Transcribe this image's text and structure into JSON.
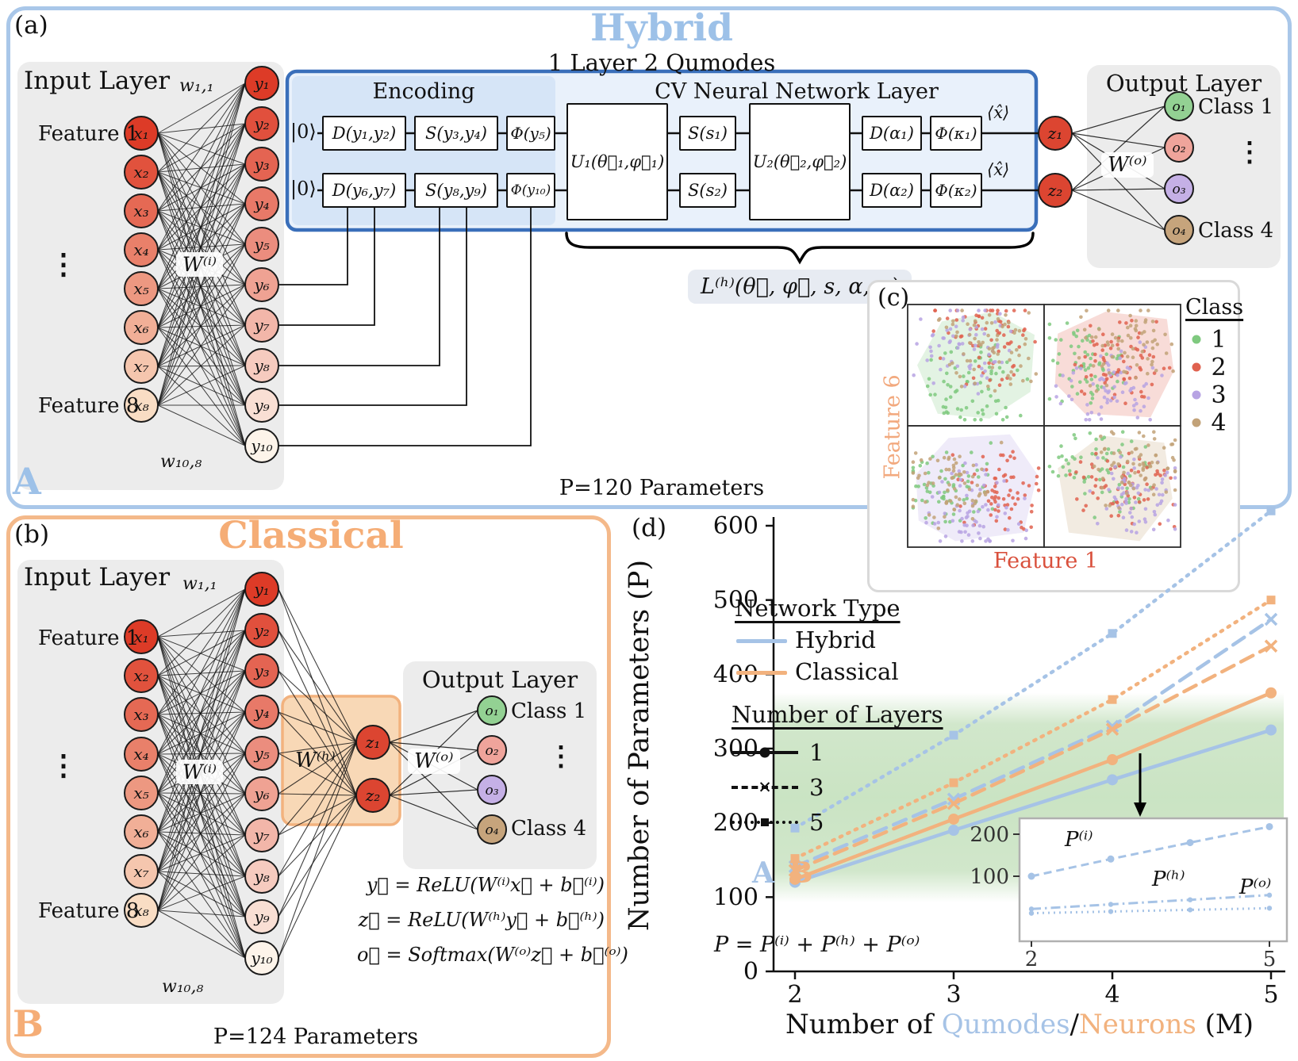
{
  "colors": {
    "hybrid_accent": "#9dc1e8",
    "classical_accent": "#f5ad76",
    "hybrid_line": "#a6c3e6",
    "classical_line": "#f2b27e",
    "circuit_border": "#3a6fba",
    "circuit_fill": "#e9f1fb",
    "encoding_fill": "#d6e5f7",
    "node_hot": "#dd3b27",
    "node_cold_x": "#f9ddc4",
    "node_cold_y": "#fdf4ea",
    "z_node": "#dc4531",
    "o_nodes": [
      "#93d193",
      "#efa49b",
      "#c5b0e6",
      "#c6a47c"
    ],
    "class_colors": [
      "#7fc97f",
      "#e0614f",
      "#b7a3e3",
      "#c2a278"
    ],
    "band_green": "#8cc37d",
    "feature1_label": "#d9503c",
    "feature6_label": "#f2a97e",
    "panel_box_gray": "#ececec",
    "wh_box_fill": "#f8d8b6"
  },
  "panel_a": {
    "tag": "(a)",
    "title": "Hybrid",
    "subtitle": "1 Layer 2 Qumodes",
    "corner": "A",
    "params": "P=120 Parameters",
    "input": {
      "title": "Input Layer",
      "w_first": "w₁,₁",
      "w_last": "w₁₀,₈",
      "weights": "W⁽ⁱ⁾",
      "feature_first": "Feature 1",
      "feature_last": "Feature 8",
      "dots": "⋮",
      "x_nodes": [
        "x₁",
        "x₂",
        "x₃",
        "x₄",
        "x₅",
        "x₆",
        "x₇",
        "x₈"
      ],
      "y_nodes": [
        "y₁",
        "y₂",
        "y₃",
        "y₄",
        "y₅",
        "y₆",
        "y₇",
        "y₈",
        "y₉",
        "y₁₀"
      ]
    },
    "circuit": {
      "encoding_title": "Encoding",
      "cv_title": "CV Neural Network Layer",
      "ket": "|0⟩",
      "row1_gates": [
        "D(y₁,y₂)",
        "S(y₃,y₄)",
        "Φ(y₅)"
      ],
      "row2_gates": [
        "D(y₆,y₇)",
        "S(y₈,y₉)",
        "Φ(y₁₀)"
      ],
      "u1": "U₁(θ⃗₁,φ⃗₁)",
      "s_row1": "S(s₁)",
      "s_row2": "S(s₂)",
      "u2": "U₂(θ⃗₂,φ⃗₂)",
      "d_row1": "D(α₁)",
      "d_row2": "D(α₂)",
      "phi_row1": "Φ(κ₁)",
      "phi_row2": "Φ(κ₂)",
      "measure": "⟨x̂⟩",
      "z_nodes": [
        "z₁",
        "z₂"
      ],
      "brace_label": "L⁽ʰ⁾(θ⃗, φ⃗, s, α, κ)"
    },
    "output": {
      "title": "Output Layer",
      "weights": "W⁽ᵒ⁾",
      "o_nodes": [
        "o₁",
        "o₂",
        "o₃",
        "o₄"
      ],
      "class_first": "Class 1",
      "class_last": "Class 4",
      "dots": "⋮"
    }
  },
  "panel_b": {
    "tag": "(b)",
    "title": "Classical",
    "corner": "B",
    "params": "P=124 Parameters",
    "input": {
      "title": "Input Layer",
      "w_first": "w₁,₁",
      "w_last": "w₁₀,₈",
      "weights": "W⁽ⁱ⁾",
      "feature_first": "Feature 1",
      "feature_last": "Feature 8",
      "dots": "⋮",
      "x_nodes": [
        "x₁",
        "x₂",
        "x₃",
        "x₄",
        "x₅",
        "x₆",
        "x₇",
        "x₈"
      ],
      "y_nodes": [
        "y₁",
        "y₂",
        "y₃",
        "y₄",
        "y₅",
        "y₆",
        "y₇",
        "y₈",
        "y₉",
        "y₁₀"
      ]
    },
    "hidden": {
      "weights": "W⁽ʰ⁾",
      "z_nodes": [
        "z₁",
        "z₂"
      ]
    },
    "output": {
      "title": "Output Layer",
      "weights": "W⁽ᵒ⁾",
      "o_nodes": [
        "o₁",
        "o₂",
        "o₃",
        "o₄"
      ],
      "class_first": "Class 1",
      "class_last": "Class 4",
      "dots": "⋮"
    },
    "equations": [
      "y⃗ = ReLU(W⁽ⁱ⁾x⃗ + b⃗⁽ⁱ⁾)",
      "z⃗ = ReLU(W⁽ʰ⁾y⃗ + b⃗⁽ʰ⁾)",
      "o⃗ = Softmax(W⁽ᵒ⁾z⃗ + b⃗⁽ᵒ⁾)"
    ]
  },
  "panel_c": {
    "tag": "(c)",
    "type": "scatter",
    "xlabel": "Feature 1",
    "ylabel": "Feature 6",
    "legend_title": "Class",
    "classes": [
      {
        "label": "1",
        "color": "#7fc97f"
      },
      {
        "label": "2",
        "color": "#e0614f"
      },
      {
        "label": "3",
        "color": "#b7a3e3"
      },
      {
        "label": "4",
        "color": "#c2a278"
      }
    ]
  },
  "panel_d": {
    "tag": "(d)",
    "corner_a": "A",
    "corner_b": "B",
    "equation": "P = P⁽ⁱ⁾ + P⁽ʰ⁾ + P⁽ᵒ⁾",
    "ylabel": "Number of Parameters (P)",
    "xlabel_parts": [
      {
        "text": "Number of ",
        "color": "#111111"
      },
      {
        "text": "Qumodes",
        "color": "#a6c3e6"
      },
      {
        "text": "/",
        "color": "#111111"
      },
      {
        "text": "Neurons",
        "color": "#f2b27e"
      },
      {
        "text": " (M)",
        "color": "#111111"
      }
    ],
    "legend": {
      "network_title": "Network Type",
      "layers_title": "Number of Layers",
      "networks": [
        {
          "label": "Hybrid",
          "color": "#a6c3e6"
        },
        {
          "label": "Classical",
          "color": "#f2b27e"
        }
      ],
      "layers": [
        {
          "label": "1",
          "line": "solid",
          "marker": "circle"
        },
        {
          "label": "3",
          "line": "dashed",
          "marker": "x"
        },
        {
          "label": "5",
          "line": "dotted",
          "marker": "square"
        }
      ]
    }
  },
  "chart_data": {
    "type": "line",
    "title": "",
    "xlabel": "Number of Qumodes/Neurons (M)",
    "ylabel": "Number of Parameters (P)",
    "x": [
      2,
      3,
      4,
      5
    ],
    "xticks": [
      2,
      3,
      4,
      5
    ],
    "yticks": [
      0,
      100,
      200,
      300,
      400,
      500,
      600
    ],
    "ylim": [
      0,
      600
    ],
    "highlight_band": [
      115,
      350
    ],
    "grid": false,
    "legend_position": "upper left",
    "series": [
      {
        "name": "Hybrid 1 layer",
        "network": "Hybrid",
        "layers": 1,
        "color": "#a6c3e6",
        "dash": "solid",
        "marker": "circle",
        "values": [
          120,
          190,
          258,
          325
        ]
      },
      {
        "name": "Hybrid 3 layers",
        "network": "Hybrid",
        "layers": 3,
        "color": "#a6c3e6",
        "dash": "dashed",
        "marker": "x",
        "values": [
          141,
          232,
          330,
          474
        ]
      },
      {
        "name": "Hybrid 5 layers",
        "network": "Hybrid",
        "layers": 5,
        "color": "#a6c3e6",
        "dash": "dotted",
        "marker": "square",
        "values": [
          193,
          318,
          455,
          620
        ]
      },
      {
        "name": "Classical 1 layer",
        "network": "Classical",
        "layers": 1,
        "color": "#f2b27e",
        "dash": "solid",
        "marker": "circle",
        "values": [
          124,
          205,
          285,
          375
        ]
      },
      {
        "name": "Classical 3 layers",
        "network": "Classical",
        "layers": 3,
        "color": "#f2b27e",
        "dash": "dashed",
        "marker": "x",
        "values": [
          136,
          226,
          326,
          438
        ]
      },
      {
        "name": "Classical 5 layers",
        "network": "Classical",
        "layers": 5,
        "color": "#f2b27e",
        "dash": "dotted",
        "marker": "square",
        "values": [
          152,
          254,
          366,
          500
        ]
      }
    ],
    "inset": {
      "x": [
        2,
        3,
        4,
        5
      ],
      "xticks": [
        2,
        5
      ],
      "yticks": [
        100,
        200
      ],
      "series": [
        {
          "name": "P(i)",
          "label": "P⁽ⁱ⁾",
          "color": "#a6c3e6",
          "dash": "dashed",
          "marker": "circle",
          "values": [
            100,
            141,
            180,
            218
          ]
        },
        {
          "name": "P(h)",
          "label": "P⁽ʰ⁾",
          "color": "#a6c3e6",
          "dash": "dashdot",
          "marker": "circle",
          "values": [
            22,
            33,
            44,
            55
          ]
        },
        {
          "name": "P(o)",
          "label": "P⁽ᵒ⁾",
          "color": "#a6c3e6",
          "dash": "dotted",
          "marker": "circle",
          "values": [
            12,
            16,
            20,
            24
          ]
        }
      ]
    }
  }
}
